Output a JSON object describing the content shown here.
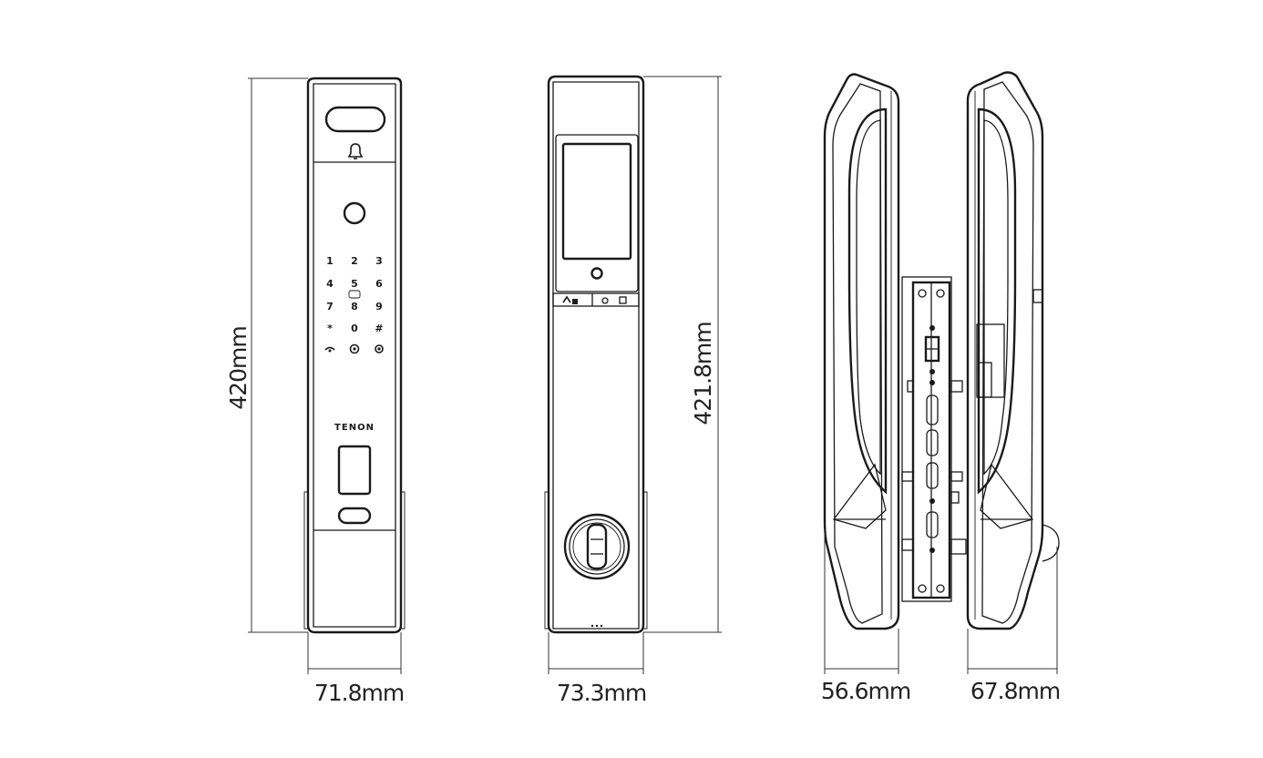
{
  "dimensions": {
    "front_height": "420mm",
    "front_width": "71.8mm",
    "back_height": "421.8mm",
    "back_width": "73.3mm",
    "side_outer_depth": "56.6mm",
    "side_inner_depth": "67.8mm"
  },
  "keypad": {
    "keys": [
      "1",
      "2",
      "3",
      "4",
      "5",
      "6",
      "7",
      "8",
      "9",
      "*",
      "0",
      "#"
    ]
  },
  "brand_logo": "TENON",
  "icons": [
    "bell-icon",
    "fingerprint-sensor-icon",
    "key-cylinder-icon"
  ],
  "colors": {
    "line": "#1a1a1a",
    "background": "#ffffff"
  }
}
